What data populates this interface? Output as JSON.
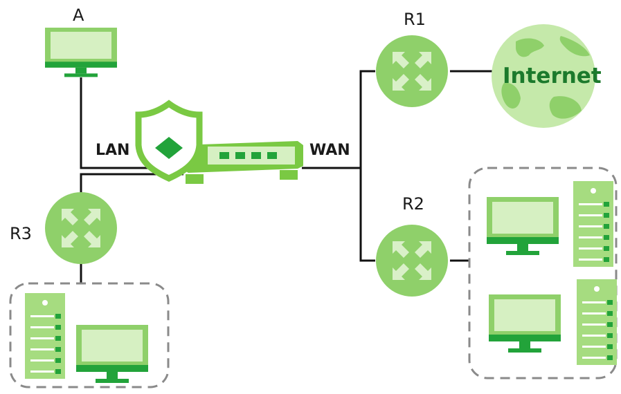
{
  "labels": {
    "host_a": "A",
    "router_r1": "R1",
    "router_r2": "R2",
    "router_r3": "R3",
    "lan": "LAN",
    "wan": "WAN",
    "internet": "Internet"
  },
  "colors": {
    "device_green": "#8fd06a",
    "device_light": "#d6f0c2",
    "accent_dark_green": "#22a33a",
    "firewall_green": "#7ac943",
    "link": "#111111",
    "zone_border": "#8a8a8a"
  },
  "icons": {
    "firewall": "shield-router-icon",
    "router": "router-arrows-icon",
    "cloud": "globe-icon",
    "pc": "monitor-icon",
    "server": "server-tower-icon"
  }
}
